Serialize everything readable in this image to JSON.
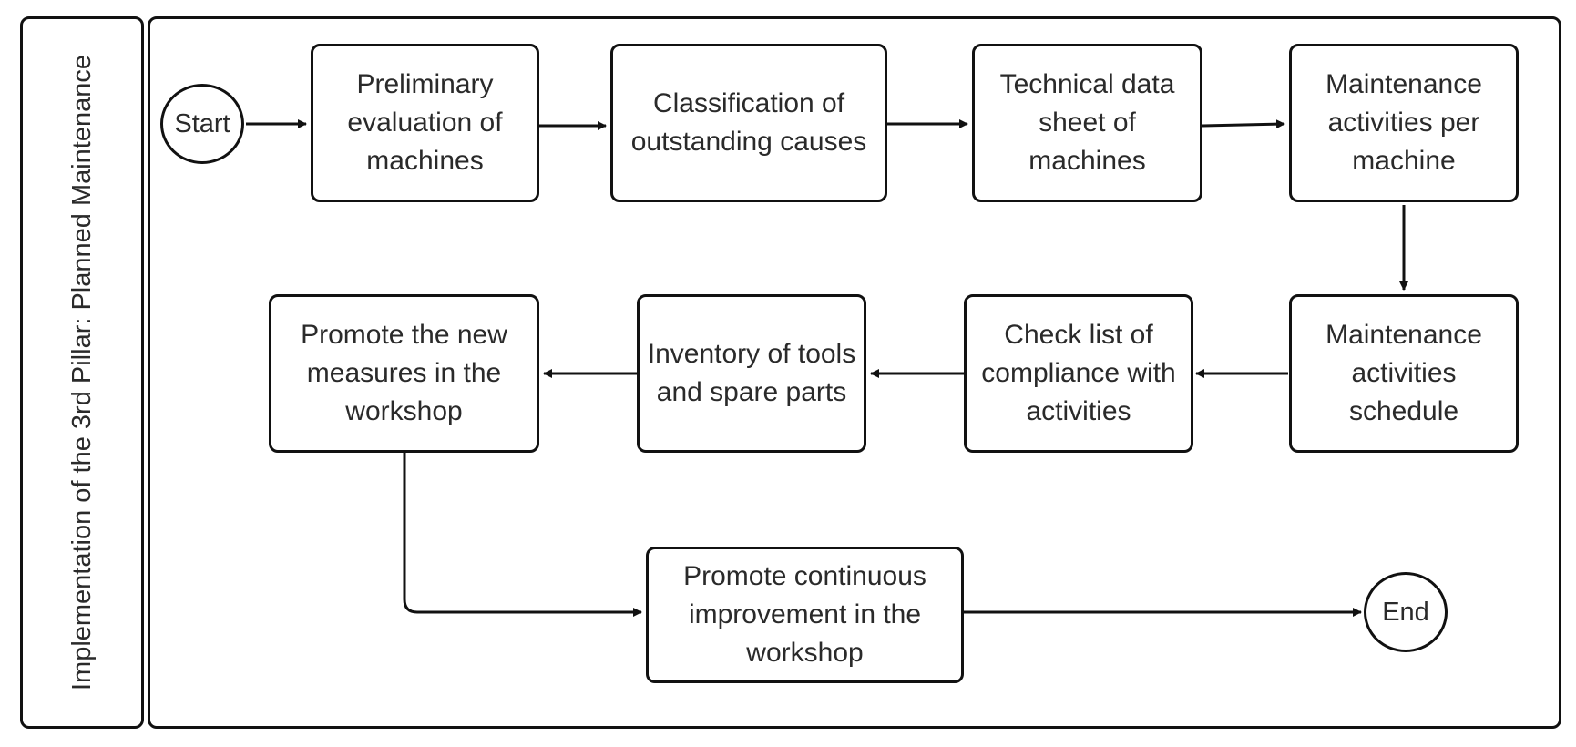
{
  "lane": {
    "title": "Implementation of the 3rd Pillar: Planned Maintenance"
  },
  "nodes": {
    "start": "Start",
    "end": "End",
    "preliminary_evaluation": "Preliminary evaluation of machines",
    "classification_causes": "Classification of outstanding causes",
    "technical_data_sheet": "Technical data sheet of machines",
    "maintenance_per_machine": "Maintenance activities per machine",
    "maintenance_schedule": "Maintenance activities schedule",
    "check_list": "Check list of compliance with activities",
    "inventory_tools": "Inventory of tools and spare parts",
    "promote_measures": "Promote the new measures in the workshop",
    "continuous_improvement": "Promote continuous improvement in the workshop"
  },
  "colors": {
    "stroke": "#111111",
    "text": "#2a2a2a",
    "background": "#ffffff"
  }
}
